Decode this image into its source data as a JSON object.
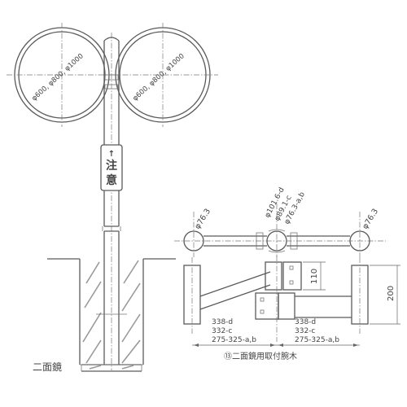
{
  "mirror_label_left": "φ600, φ800, φ1000",
  "mirror_label_right": "φ600, φ800, φ1000",
  "sign": {
    "arrow": "↑",
    "line1": "注",
    "line2": "意"
  },
  "product_label": "二面鏡",
  "bracket": {
    "pipe_left": "φ76.3",
    "pipe_right": "φ76.3",
    "center_pipe_1": "φ101.6-d",
    "center_pipe_2": "φ89.1-c",
    "center_pipe_3": "φ76.3-a,b",
    "height_small": "110",
    "height_large": "200",
    "left_dims": [
      "338-d",
      "332-c",
      "275-325-a,b"
    ],
    "right_dims": [
      "338-d",
      "332-c",
      "275-325-a,b"
    ],
    "caption": "⑬二面鏡用取付腕木"
  },
  "colors": {
    "line": "#5a5a5a",
    "text": "#444444"
  }
}
